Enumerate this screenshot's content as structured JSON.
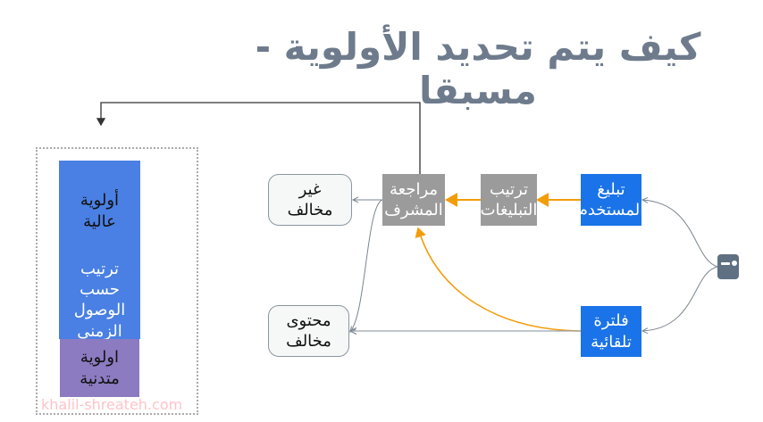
{
  "title": "كيف يتم تحديد الأولوية - مسبقا",
  "priority_column": {
    "high_label": "أولوية\nعالية",
    "order_label": "ترتيب\nحسب\nالوصول\nالزمني",
    "low_label": "اولوية\nمتدنية"
  },
  "nodes": {
    "user_report": "تبليغ\nالمستخدم",
    "auto_filter": "فلترة\nتلقائية",
    "report_ordering": "ترتيب\nالتبليغات",
    "moderator_review": "مراجعة\nالمشرف",
    "not_violating": "غير\nمخالف",
    "violating_content": "محتوى\nمخالف"
  },
  "watermark": "khalil-shreateh.com",
  "colors": {
    "blue": "#1a73e8",
    "gray": "#9b9b9b",
    "orange": "#f29d0c",
    "column_blue": "#4a80e3",
    "column_purple": "#8c7bc1"
  }
}
